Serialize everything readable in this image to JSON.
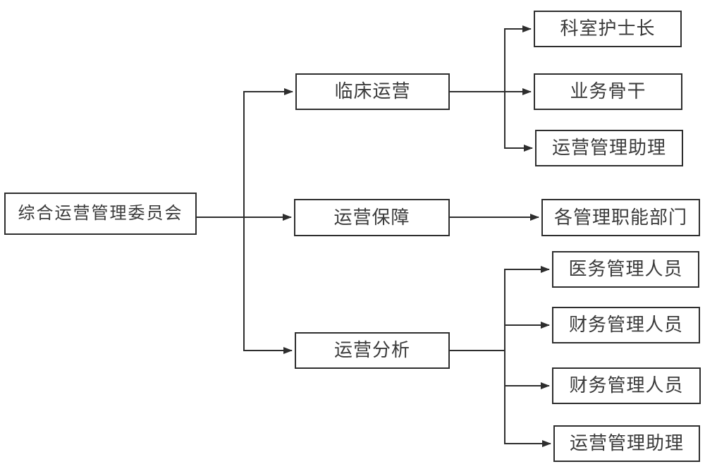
{
  "diagram_type": "organization-chart",
  "root": {
    "label": "综合运营管理委员会"
  },
  "branches": [
    {
      "label": "临床运营",
      "children": [
        "科室护士长",
        "业务骨干",
        "运营管理助理"
      ]
    },
    {
      "label": "运营保障",
      "children": [
        "各管理职能部门"
      ]
    },
    {
      "label": "运营分析",
      "children": [
        "医务管理人员",
        "财务管理人员",
        "财务管理人员",
        "运营管理助理"
      ]
    }
  ],
  "colors": {
    "line": "#2e2e2e",
    "box_border": "#2e2e2e",
    "text": "#3a3a3a",
    "background": "#ffffff"
  }
}
